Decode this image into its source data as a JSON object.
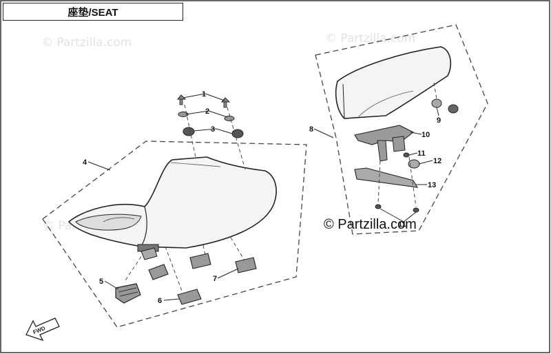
{
  "title": "座垫/SEAT",
  "watermark": "© Partzilla.com",
  "copyright": "© Partzilla.com",
  "fwd_label": "FWD",
  "callouts": [
    "1",
    "2",
    "3",
    "4",
    "5",
    "6",
    "7",
    "8",
    "9",
    "10",
    "11",
    "11",
    "12",
    "13"
  ]
}
